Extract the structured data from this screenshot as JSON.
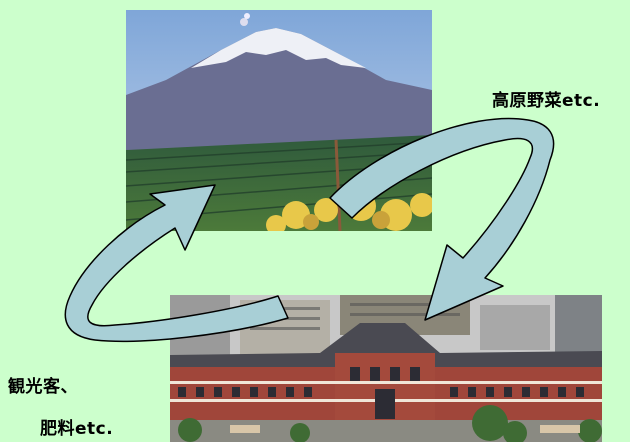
{
  "labels": {
    "vegetables": "高原野菜etc.",
    "tourists": "観光客、",
    "fertilizer": "肥料etc."
  },
  "colors": {
    "background": "#ccffcc",
    "arrow_fill": "#a8cfd6",
    "arrow_stroke": "#000000"
  },
  "images": {
    "top": "mountain-farmland-photo",
    "bottom": "tokyo-station-photo"
  }
}
